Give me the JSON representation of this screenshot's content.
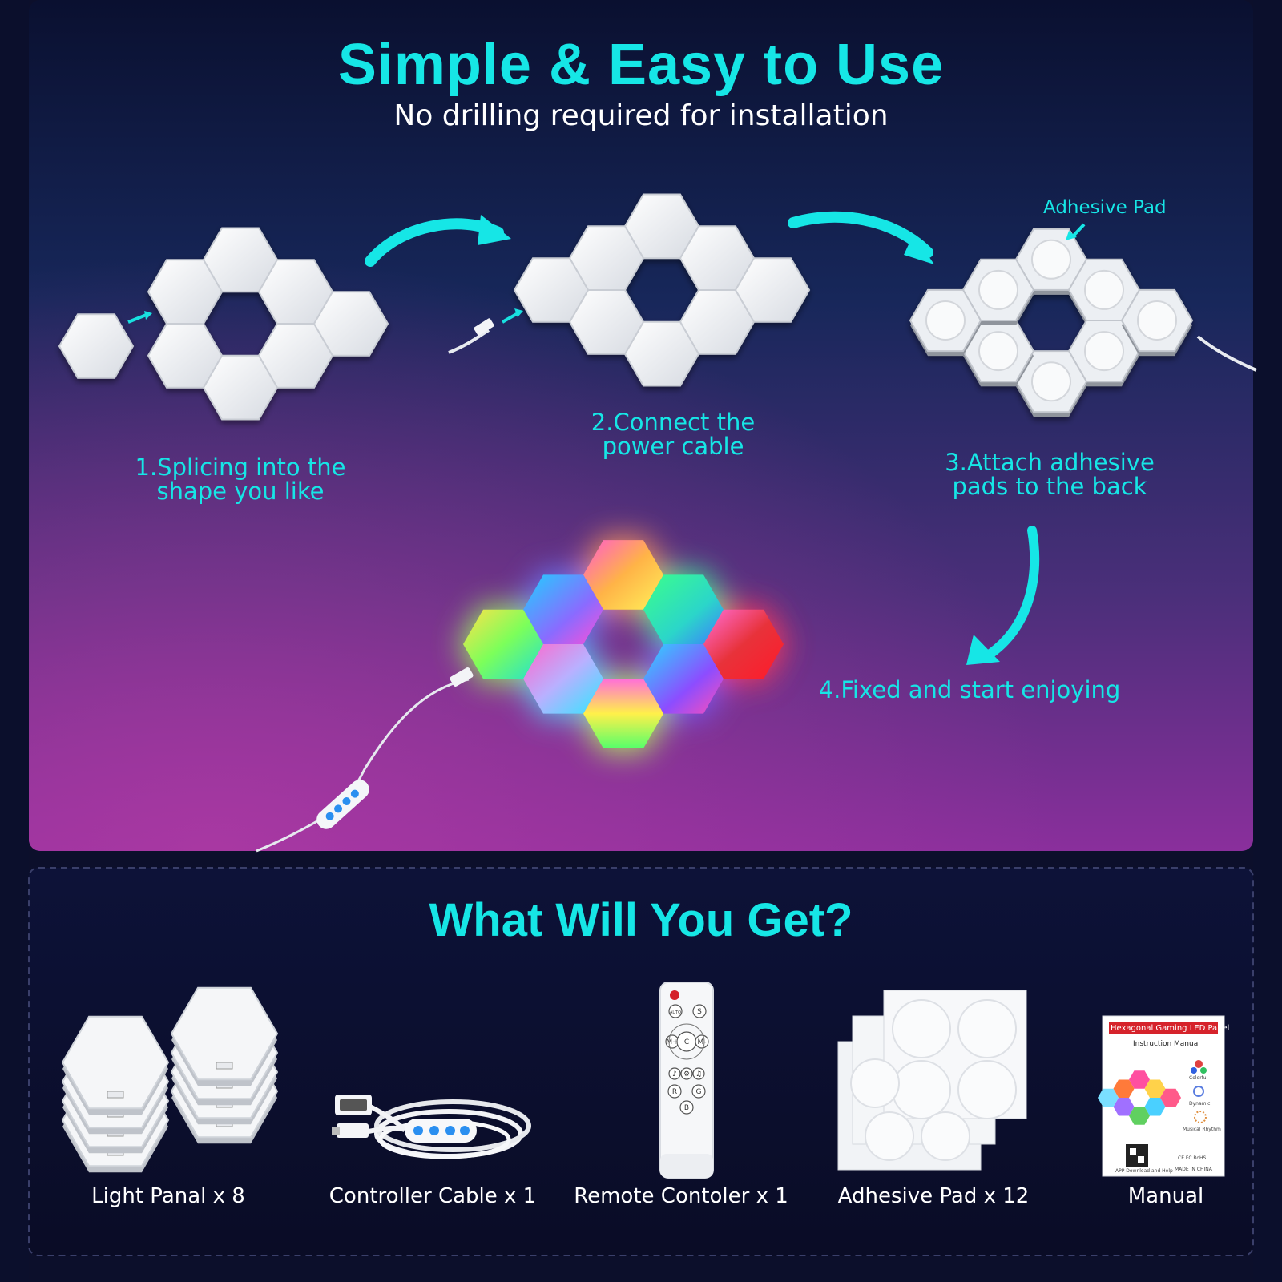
{
  "header": {
    "title": "Simple & Easy to Use",
    "subtitle": "No drilling required for installation"
  },
  "steps": [
    {
      "label": "1.Splicing into the\nshape you like"
    },
    {
      "label": "2.Connect the\npower cable"
    },
    {
      "label": "3.Attach adhesive\npads to the back"
    },
    {
      "label": "4.Fixed and start enjoying"
    }
  ],
  "callout": {
    "adhesive_pad": "Adhesive Pad"
  },
  "package": {
    "title": "What Will You Get?",
    "items": [
      {
        "label": "Light Panal x 8"
      },
      {
        "label": "Controller Cable x 1"
      },
      {
        "label": "Remote Contoler x 1"
      },
      {
        "label": "Adhesive Pad x 12"
      },
      {
        "label": "Manual"
      }
    ]
  },
  "remote": {
    "buttons": [
      "AUTO",
      "S",
      "M+",
      "C",
      "M-",
      "♪",
      "⚙",
      "♫",
      "R",
      "G",
      "B"
    ]
  },
  "manual": {
    "title": "Hexagonal Gaming LED Panel",
    "subtitle": "Instruction Manual",
    "features": [
      "Colorful",
      "Dynamic",
      "Musical Rhythm"
    ],
    "footer_left": "APP Download and Help",
    "marks": "CE FC RoHS",
    "made_in": "MADE IN CHINA"
  },
  "colors": {
    "accent": "#16e6e6",
    "text_white": "#ffffff",
    "bg_top": "#0b1230",
    "bg_bottom": "#8a2fa0"
  }
}
